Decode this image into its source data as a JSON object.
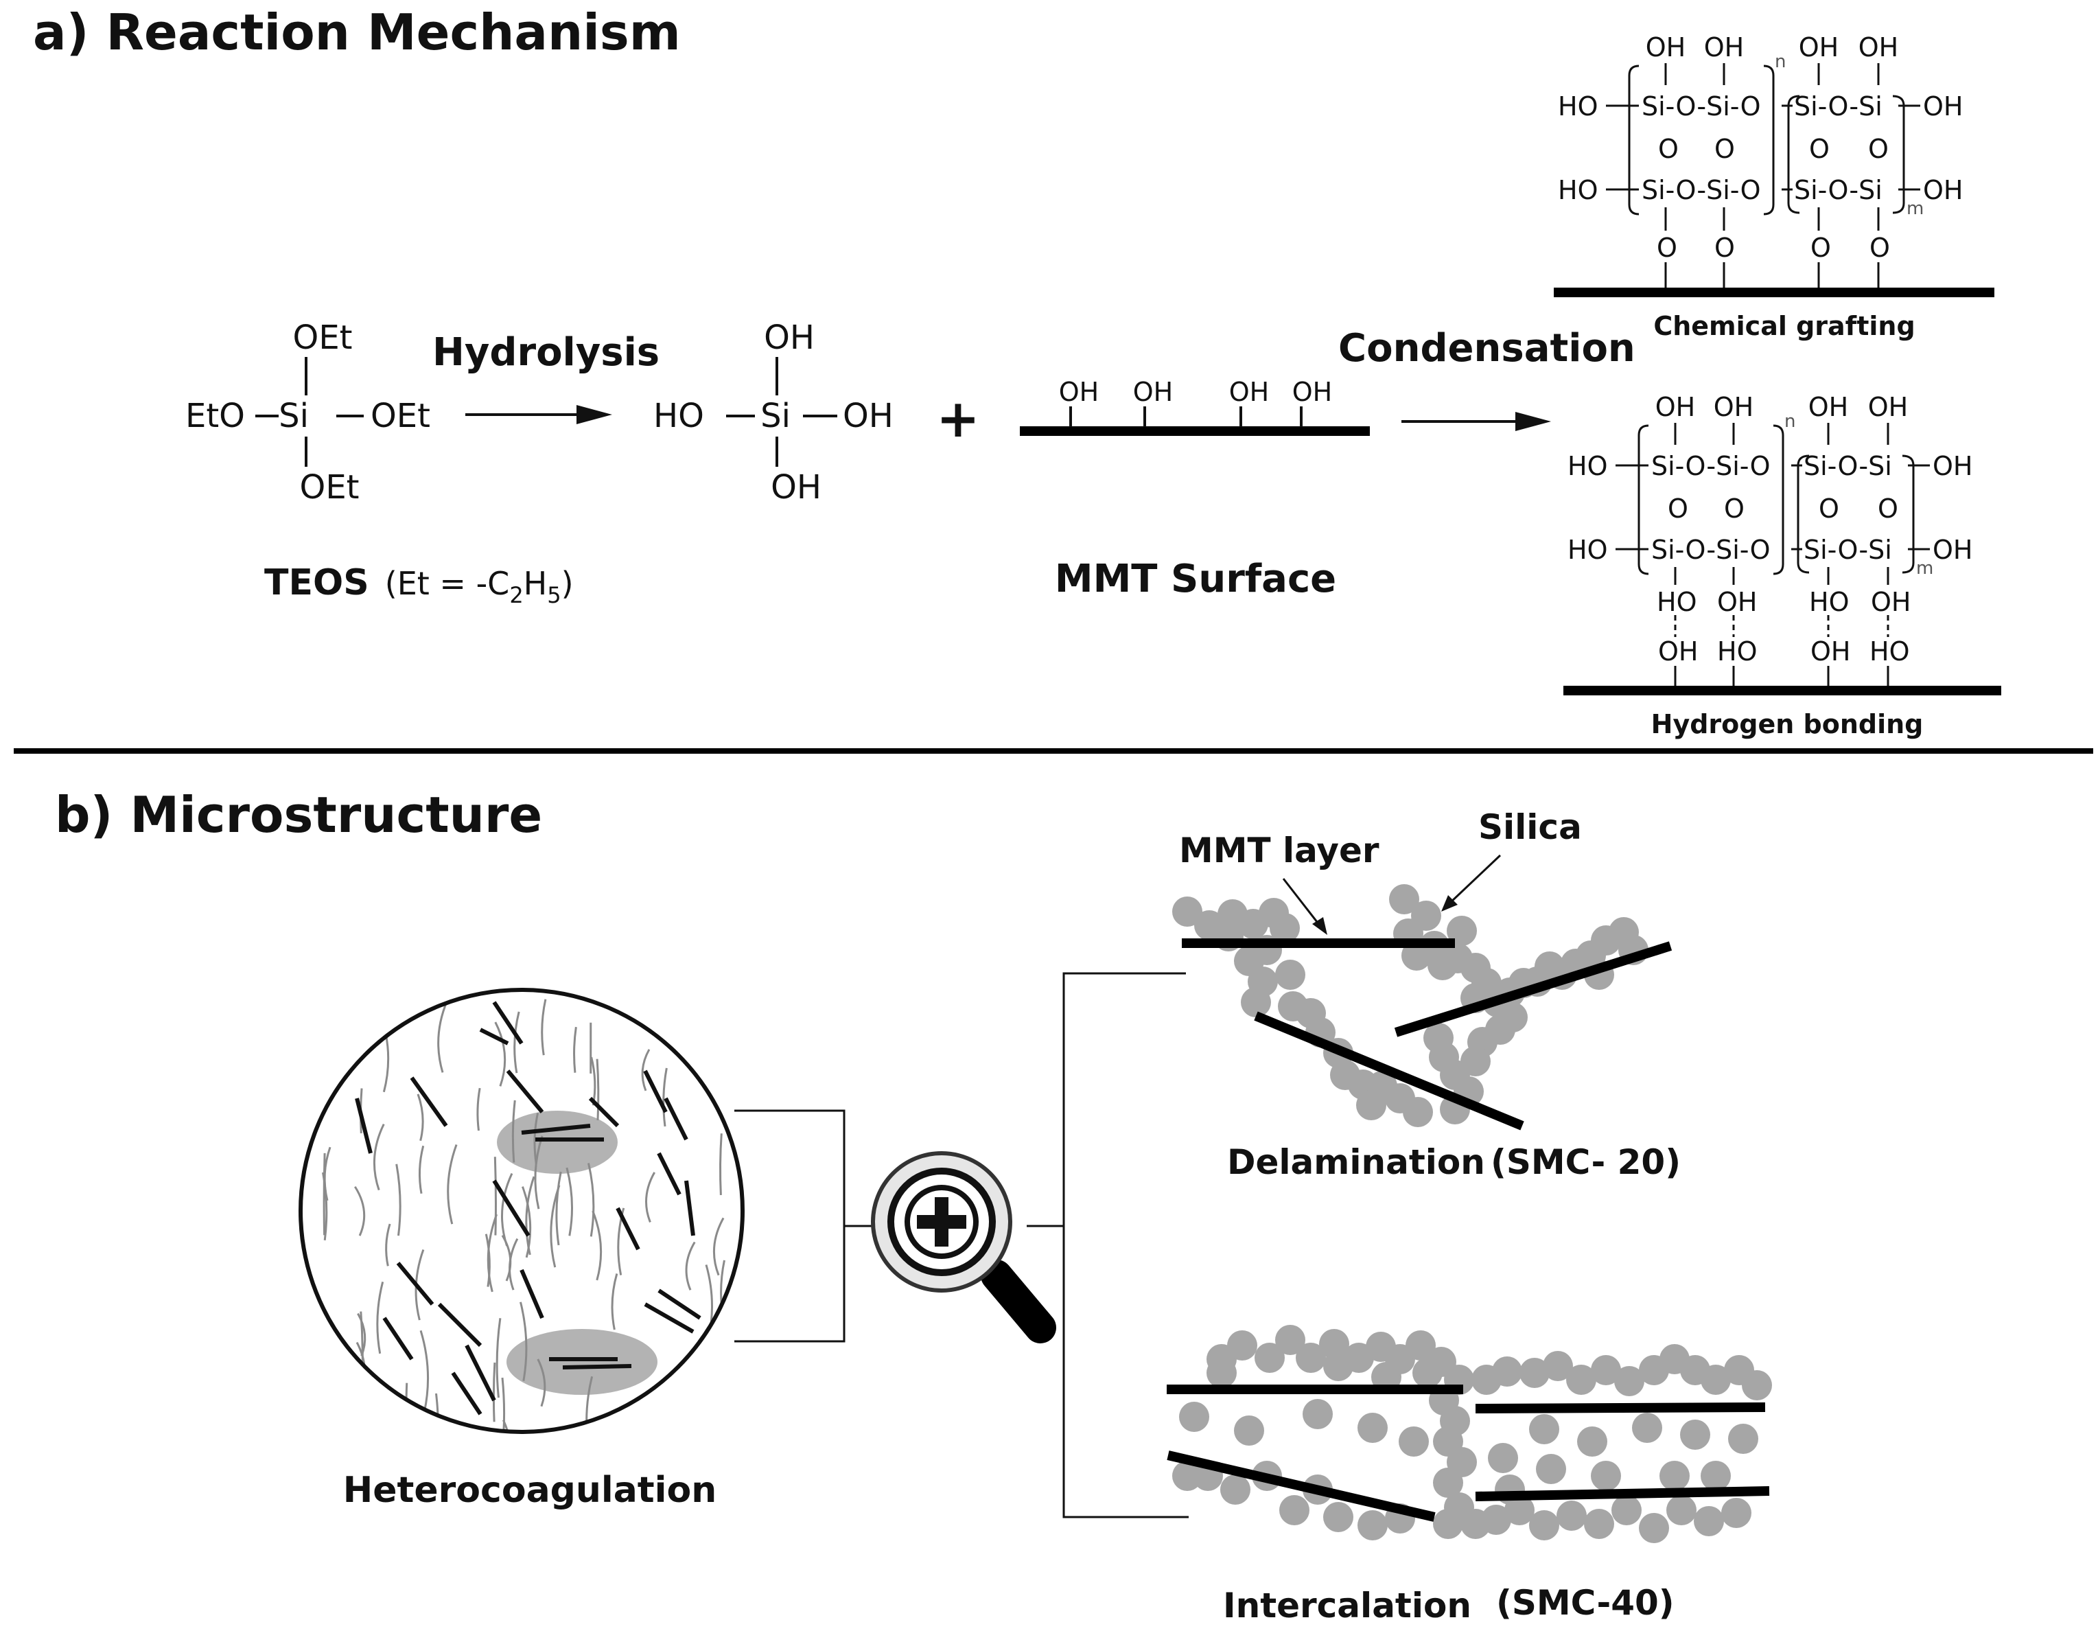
{
  "section_a": {
    "title": "a) Reaction Mechanism",
    "teos": {
      "si": "Si",
      "top": "OEt",
      "left": "EtO",
      "right": "OEt",
      "bottom": "OEt",
      "label": "TEOS",
      "note": "(Et = -C",
      "sub2": "2",
      "h": "H",
      "sub5": "5",
      "close": ")"
    },
    "hydrolysis_label": "Hydrolysis",
    "silanol": {
      "si": "Si",
      "top": "OH",
      "left": "HO",
      "right": "OH",
      "bottom": "OH"
    },
    "plus": "+",
    "mmt_surface": {
      "oh_groups": [
        "OH",
        "OH",
        "OH",
        "OH"
      ],
      "label": "MMT Surface"
    },
    "condensation_label": "Condensation",
    "products": {
      "chemical_grafting": {
        "caption": "Chemical grafting",
        "rows": [
          "Si-O-Si-O",
          "Si-O-Si"
        ],
        "oh": "OH",
        "ho": "HO",
        "o": "O",
        "n": "n",
        "m": "m"
      },
      "hydrogen_bonding": {
        "caption": "Hydrogen bonding",
        "rows": [
          "Si-O-Si-O",
          "Si-O-Si"
        ],
        "oh": "OH",
        "ho": "HO",
        "o": "O",
        "n": "n",
        "m": "m"
      }
    }
  },
  "section_b": {
    "title": "b) Microstructure",
    "heterocoagulation": "Heterocoagulation",
    "mmt_layer": "MMT layer",
    "silica": "Silica",
    "delamination": "Delamination",
    "smc20": "(SMC- 20)",
    "intercalation": "Intercalation",
    "smc40": "(SMC-40)",
    "magnifier_icon": "zoom-in-icon"
  },
  "colors": {
    "ink": "#111111",
    "silica_particle": "#a6a6a6",
    "aggregate": "#b3b3b3",
    "fiber": "#8a8a8a"
  }
}
